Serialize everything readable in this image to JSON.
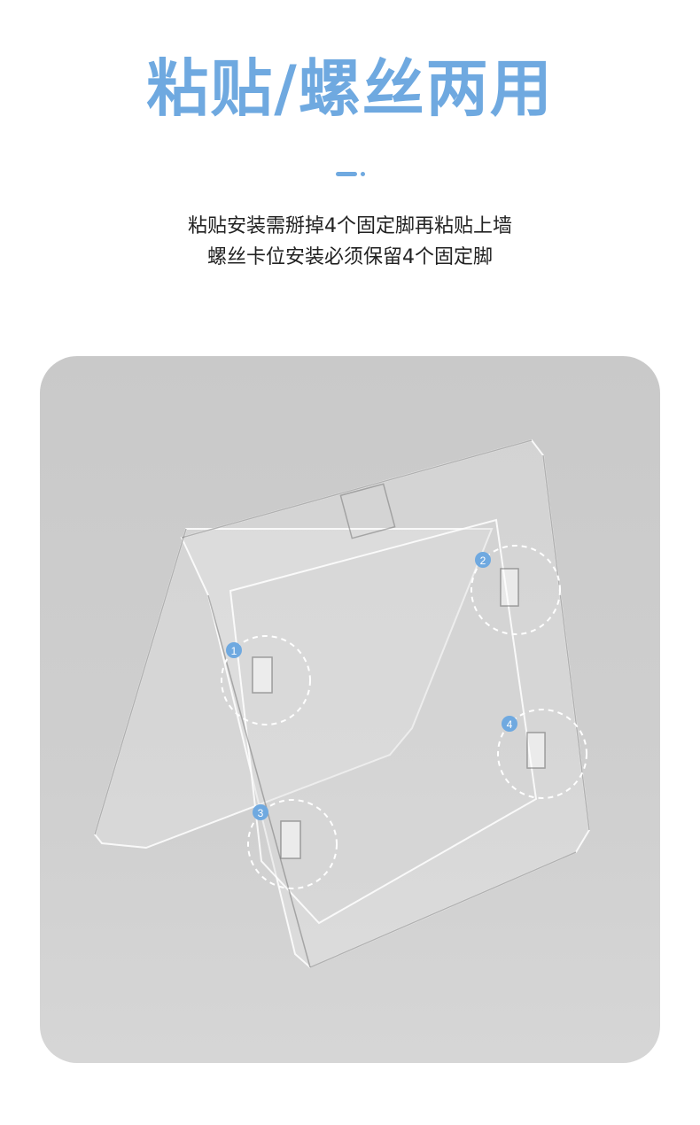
{
  "header": {
    "title": "粘贴/螺丝两用",
    "line1": "粘贴安装需掰掉4个固定脚再粘贴上墙",
    "line2": "螺丝卡位安装必须保留4个固定脚"
  },
  "callouts": [
    {
      "label": "1"
    },
    {
      "label": "2"
    },
    {
      "label": "3"
    },
    {
      "label": "4"
    }
  ],
  "colors": {
    "accent": "#6fa9e0",
    "panel": "#cccccc"
  }
}
